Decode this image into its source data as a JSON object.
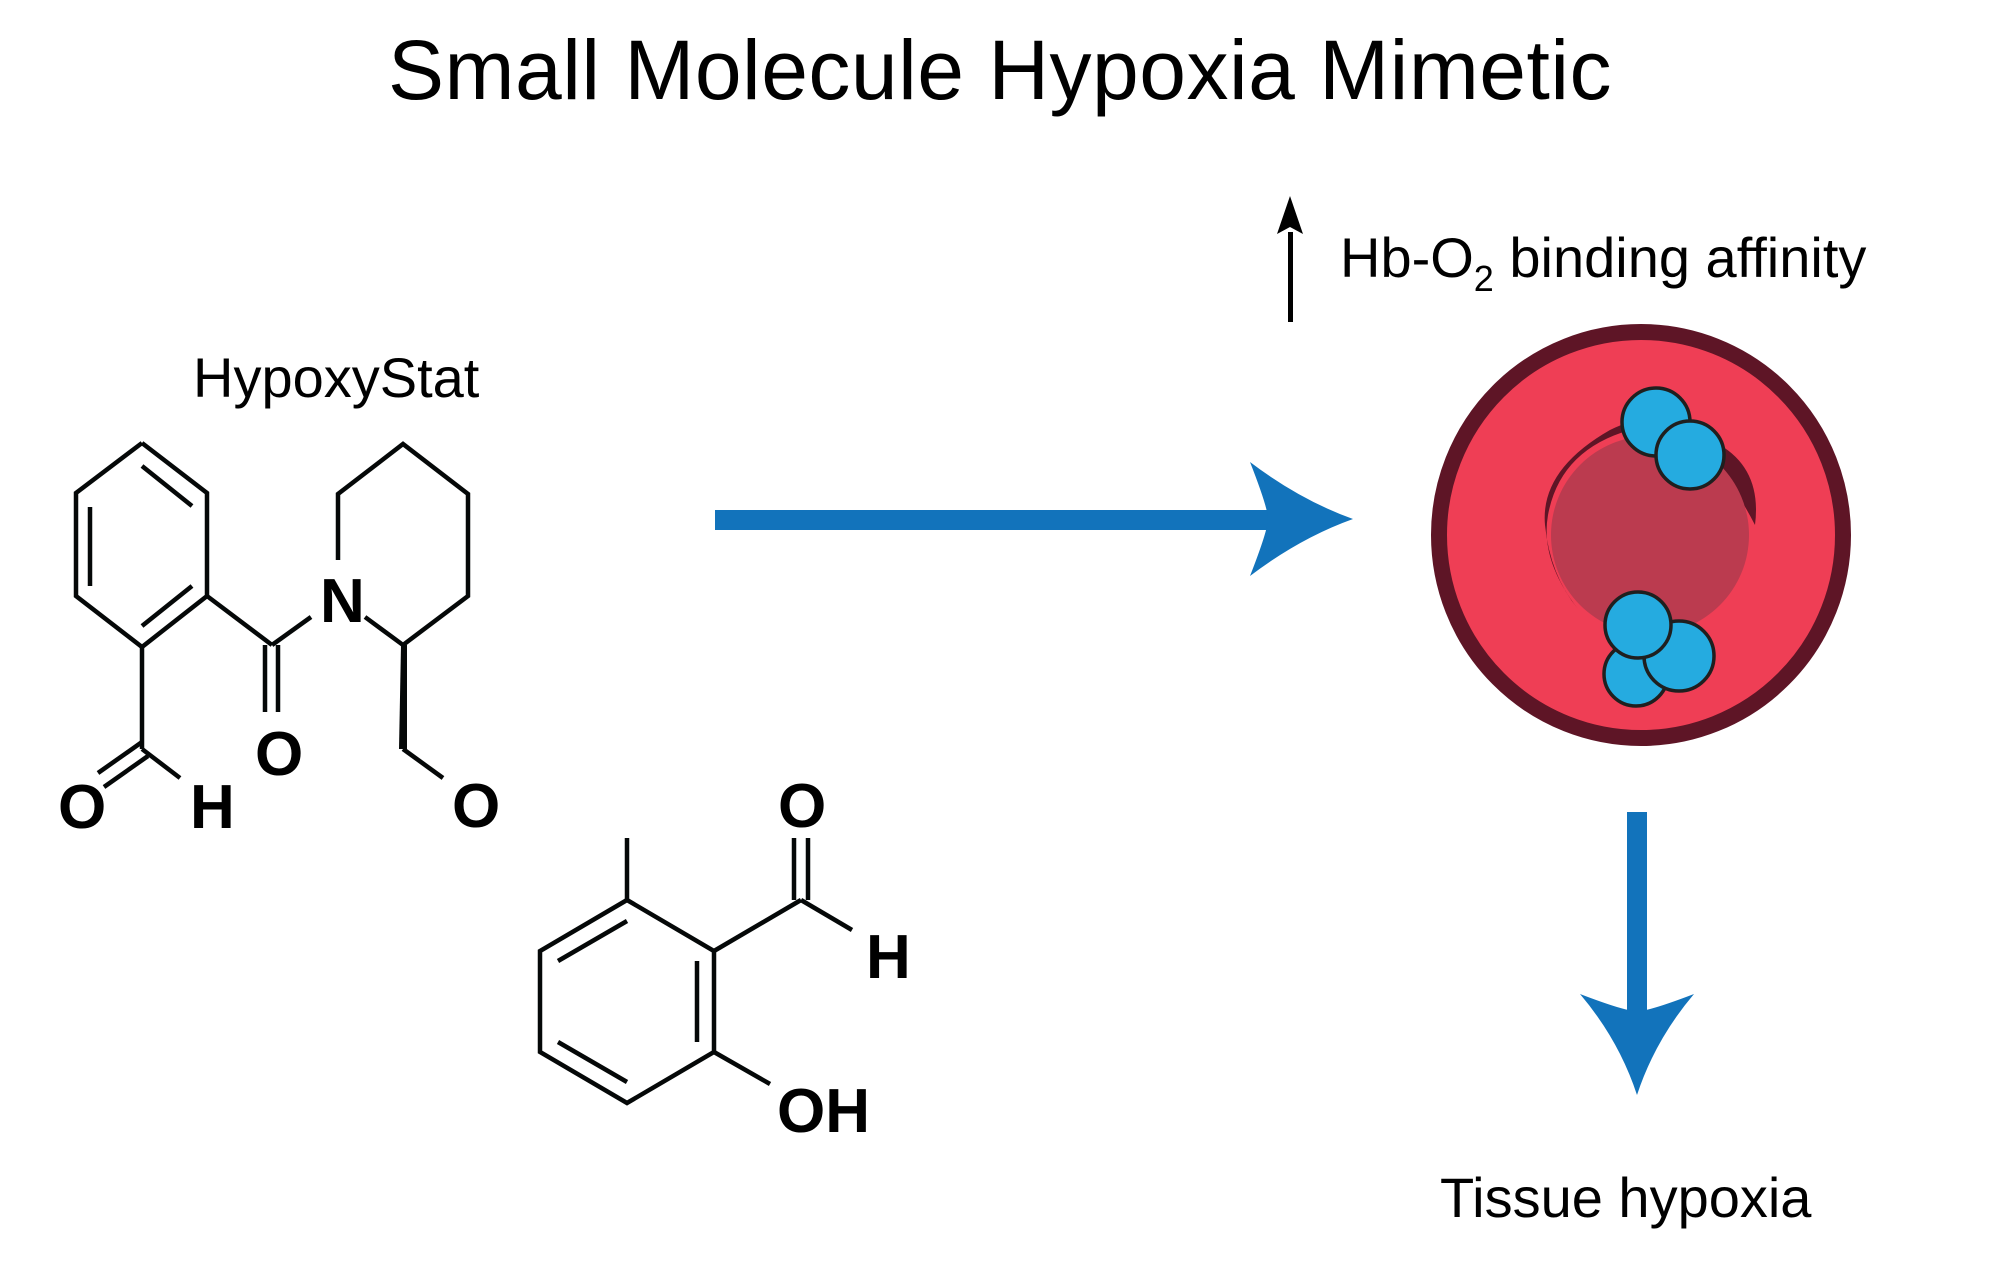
{
  "title": "Small Molecule Hypoxia Mimetic",
  "compound": {
    "name": "HypoxyStat",
    "atom_labels": {
      "aldehyde1_O": "O",
      "aldehyde1_H": "H",
      "amide_O": "O",
      "amide_N": "N",
      "ether_O": "O",
      "aldehyde2_O": "O",
      "aldehyde2_H": "H",
      "hydroxyl": "OH"
    }
  },
  "effect": {
    "direction_icon": "up-arrow-icon",
    "label_main": "Hb-O",
    "label_subscript": "2",
    "label_rest": " binding affinity"
  },
  "outcome": {
    "label": "Tissue hypoxia"
  },
  "colors": {
    "arrow_blue": "#1273bb",
    "rbc_fill": "#ef3e55",
    "rbc_border": "#5e1526",
    "rbc_center": "#bb3b4f",
    "oxygen_blue": "#25abe0",
    "oxygen_stroke": "#1f1f1f"
  }
}
